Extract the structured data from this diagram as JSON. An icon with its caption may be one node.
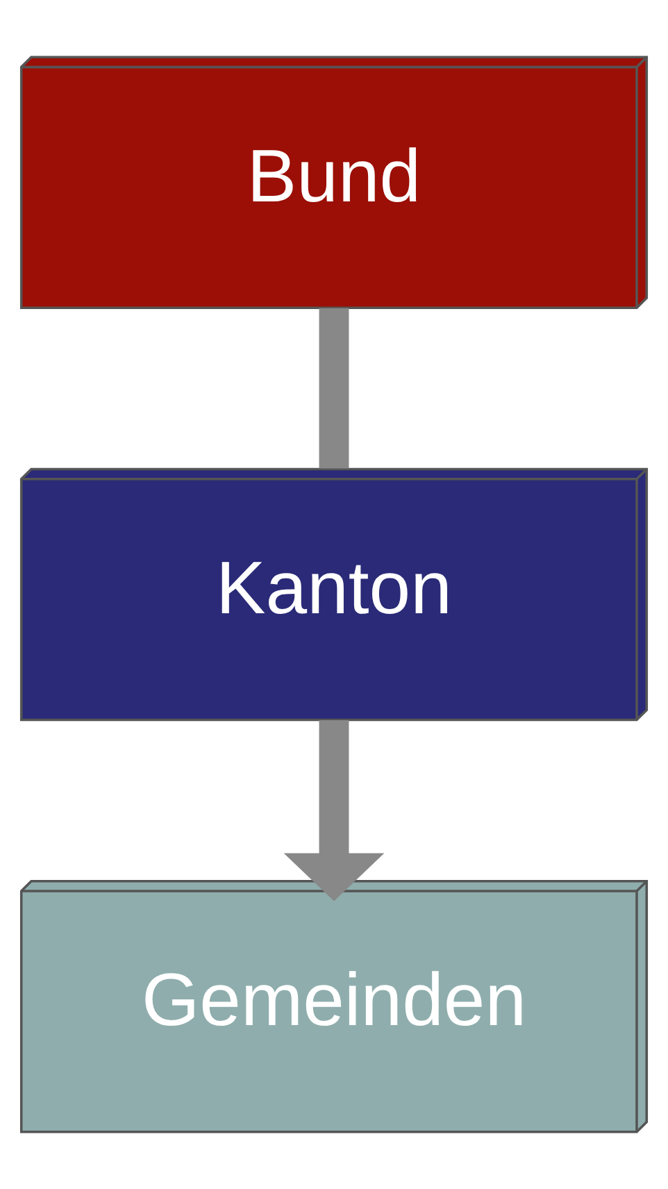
{
  "diagram": {
    "nodes": [
      {
        "text": [
          "Bund"
        ]
      },
      {
        "text": [
          "Kanton"
        ]
      },
      {
        "text": [
          "Gemeinden"
        ]
      }
    ],
    "edges": [
      {
        "from": 0,
        "to": 1,
        "arrow": "none"
      },
      {
        "from": 1,
        "to": 2,
        "arrow": "to"
      }
    ]
  }
}
